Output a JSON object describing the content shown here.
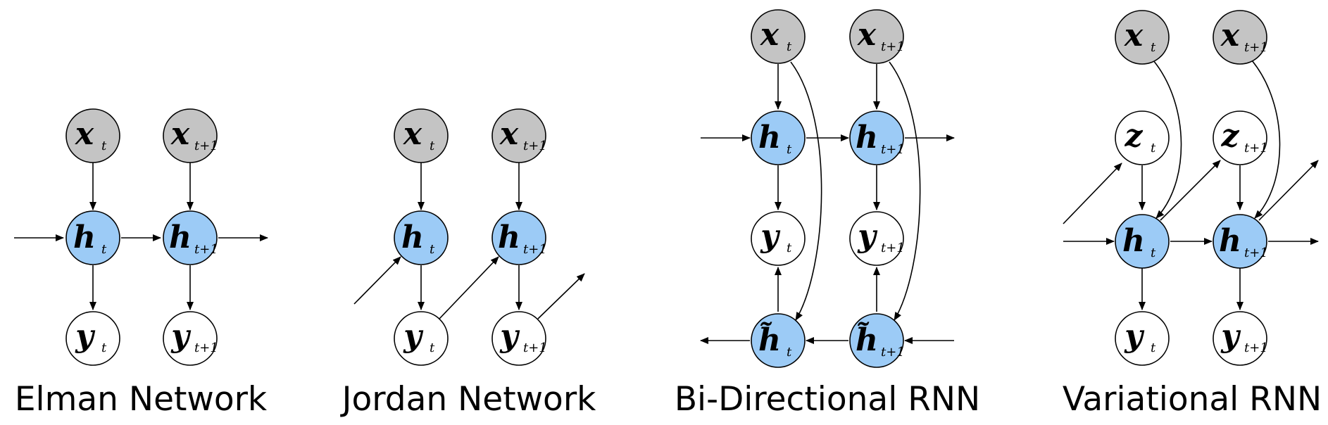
{
  "captions": {
    "elman": "Elman Network",
    "jordan": "Jordan Network",
    "bidirectional": "Bi-Directional RNN",
    "variational": "Variational RNN"
  },
  "labels": {
    "x": "x",
    "h": "h",
    "h_tilde": "h̃",
    "y": "y",
    "z": "z",
    "t": "t",
    "t1": "t+1"
  },
  "colors": {
    "input_node": "#c4c4c4",
    "hidden_node": "#9ccbf6",
    "output_node": "#ffffff"
  }
}
